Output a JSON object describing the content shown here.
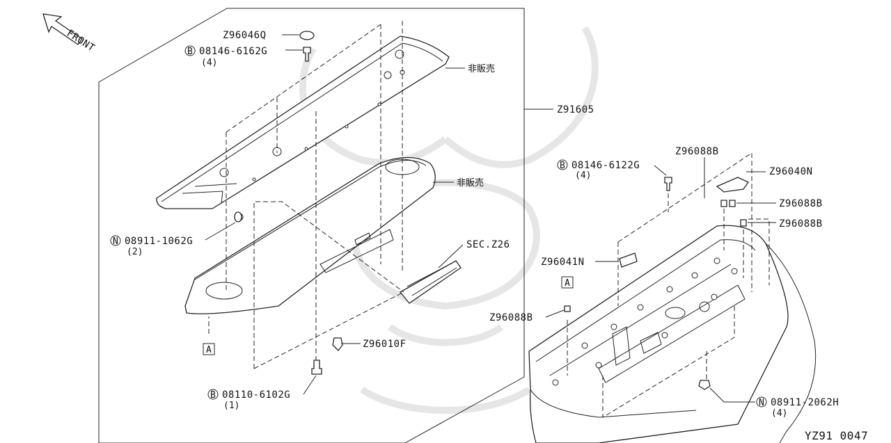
{
  "diagram": {
    "front_label": "FRONT",
    "sheet_code": "YZ91 0047",
    "callouts": {
      "z96046q": "Z96046Q",
      "bolt_08146_6162g": "08146-6162G",
      "bolt_08146_6162g_qty": "(4)",
      "not_sold_top": "非販売",
      "z91605": "Z91605",
      "not_sold_mid": "非販売",
      "nut_08911_1062g": "08911-1062G",
      "nut_08911_1062g_qty": "(2)",
      "sec_z26": "SEC.Z26",
      "ref_a_left": "A",
      "z96010f": "Z96010F",
      "bolt_08110_6102g": "08110-6102G",
      "bolt_08110_6102g_qty": "(1)",
      "bolt_08146_6122g": "08146-6122G",
      "bolt_08146_6122g_qty": "(4)",
      "z96088b_top": "Z96088B",
      "z96040n": "Z96040N",
      "z96088b_mid": "Z96088B",
      "z96088b_low": "Z96088B",
      "z96041n": "Z96041N",
      "ref_a_right": "A",
      "z96088b_left": "Z96088B",
      "nut_08911_2062h": "08911-2062H",
      "nut_08911_2062h_qty": "(4)"
    },
    "prefix_marks": {
      "b": "B",
      "n": "N"
    }
  }
}
